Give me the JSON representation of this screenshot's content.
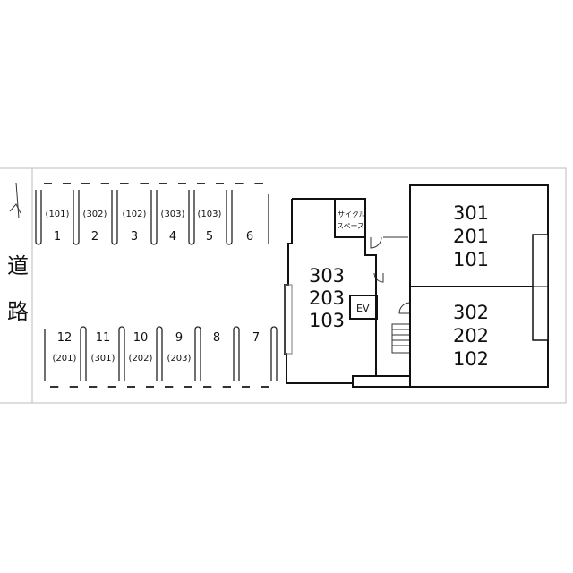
{
  "road": {
    "line1": "道",
    "line2": "路"
  },
  "parking": {
    "top": [
      {
        "num": "1",
        "unit": "(101)"
      },
      {
        "num": "2",
        "unit": "(302)"
      },
      {
        "num": "3",
        "unit": "(102)"
      },
      {
        "num": "4",
        "unit": "(303)"
      },
      {
        "num": "5",
        "unit": "(103)"
      },
      {
        "num": "6",
        "unit": ""
      }
    ],
    "bottom": [
      {
        "num": "12",
        "unit": "(201)"
      },
      {
        "num": "11",
        "unit": "(301)"
      },
      {
        "num": "10",
        "unit": "(202)"
      },
      {
        "num": "9",
        "unit": "(203)"
      },
      {
        "num": "8",
        "unit": ""
      },
      {
        "num": "7",
        "unit": ""
      }
    ]
  },
  "building_left": {
    "units": [
      "303",
      "203",
      "103"
    ]
  },
  "building_right_top": {
    "units": [
      "301",
      "201",
      "101"
    ]
  },
  "building_right_bottom": {
    "units": [
      "302",
      "202",
      "102"
    ]
  },
  "bicycle_space": {
    "line1": "サイクル",
    "line2": "スペース"
  },
  "elevator": {
    "label": "EV"
  }
}
